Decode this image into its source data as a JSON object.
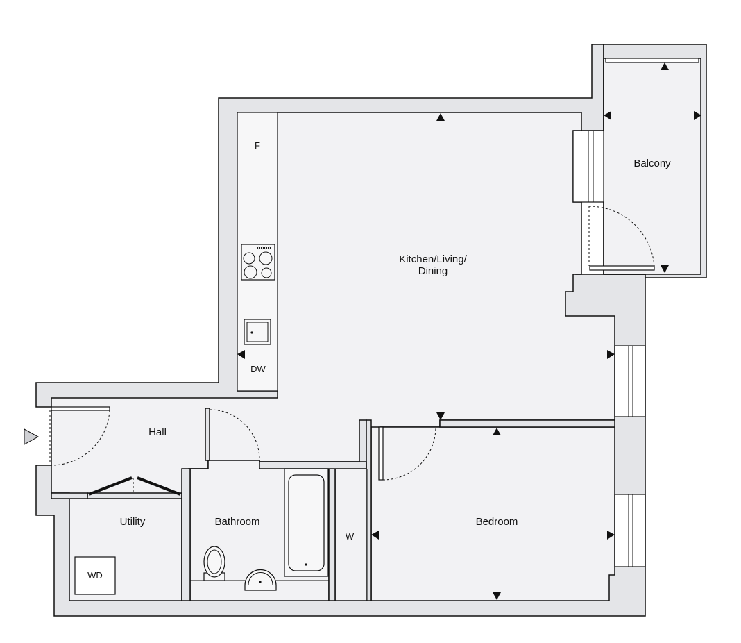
{
  "rooms": {
    "kitchen_line1": "Kitchen/Living/",
    "kitchen_line2": "Dining",
    "balcony": "Balcony",
    "hall": "Hall",
    "utility": "Utility",
    "bathroom": "Bathroom",
    "bedroom": "Bedroom"
  },
  "fixtures": {
    "fridge": "F",
    "dishwasher": "DW",
    "washer_dryer": "WD",
    "wardrobe": "W"
  },
  "colors": {
    "wall_fill": "#e4e5e8",
    "floor_fill": "#f2f2f4",
    "line": "#111111"
  }
}
